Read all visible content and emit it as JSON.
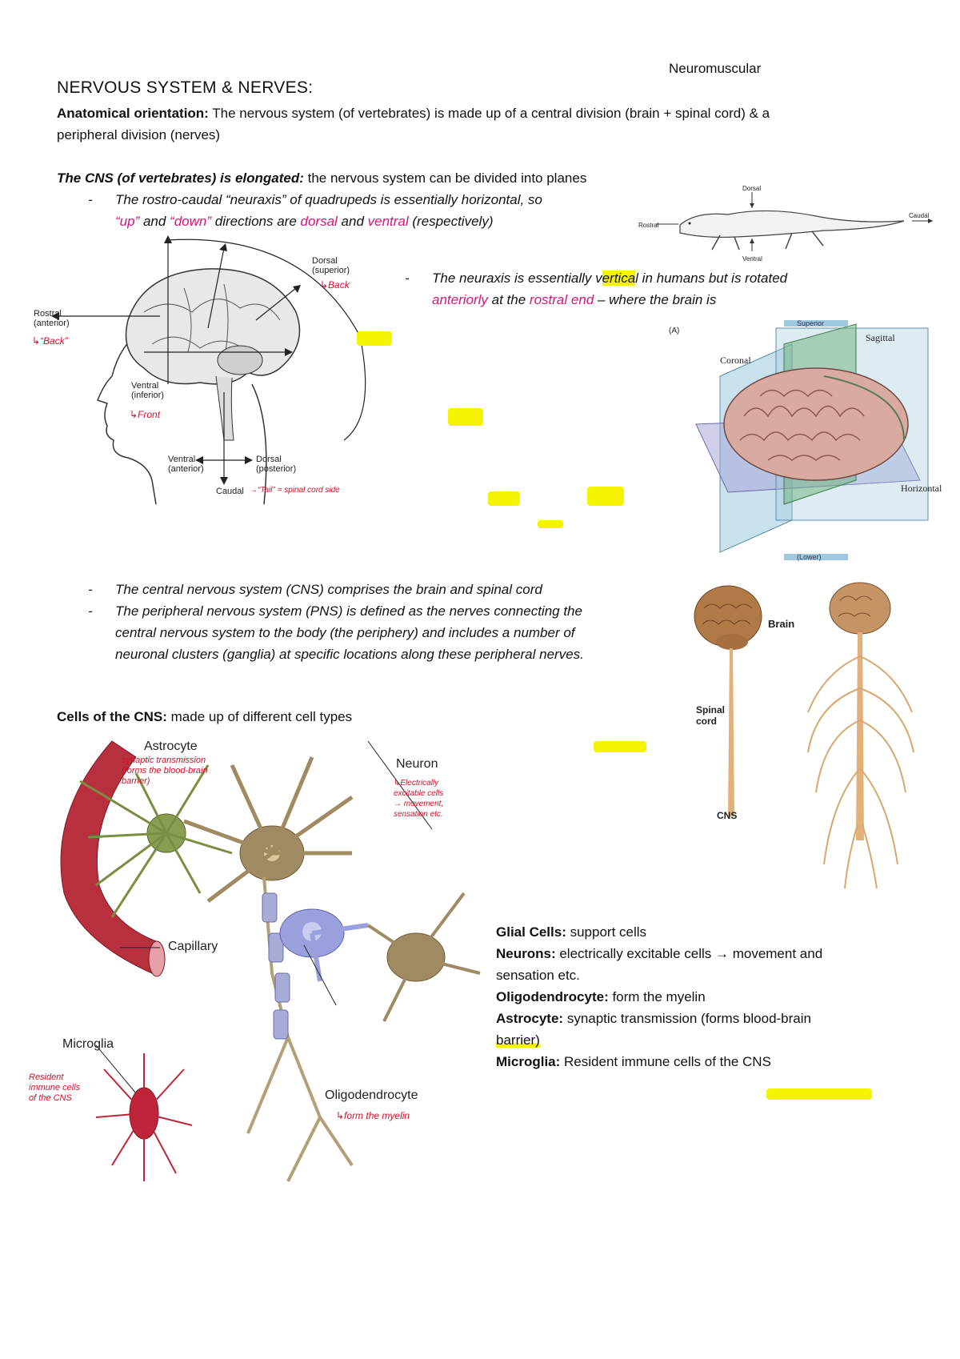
{
  "header": {
    "running_title": "Neuromuscular"
  },
  "section1": {
    "title": "NERVOUS SYSTEM & NERVES:",
    "intro_label": "Anatomical orientation:",
    "intro_text": " The nervous system (of vertebrates) is made up of a central division (brain + spinal cord) & a",
    "intro_text2": "peripheral division (nerves)",
    "cns_label": "The CNS (of vertebrates) is elongated:",
    "cns_text": " the nervous system can be divided into planes",
    "bullet1_line1": "The rostro-caudal “neuraxis” of quadrupeds is essentially horizontal, so",
    "bullet1_up": "“up”",
    "bullet1_and1": " and ",
    "bullet1_down": "“down”",
    "bullet1_mid": " directions are ",
    "bullet1_dorsal": "dorsal",
    "bullet1_and2": " and ",
    "bullet1_ventral": "ventral",
    "bullet1_end": " (respectively)",
    "bullet2_pre": "The neuraxis is essentially v",
    "bullet2_hl": "ertica",
    "bullet2_post": "l in humans but is rotated",
    "bullet2_anteriorly": "anteriorly",
    "bullet2_at": " at the ",
    "bullet2_rostral": "rostral end",
    "bullet2_end": " – where the brain is"
  },
  "salamander": {
    "dorsal": "Dorsal",
    "rostral": "Rostral",
    "caudal": "Caudal",
    "ventral": "Ventral"
  },
  "brain_diagram": {
    "dorsal_superior": "Dorsal\n(superior)",
    "back_note": "↳Back",
    "rostral_anterior": "Rostral\n(anterior)",
    "back_note2": "↳“Back”",
    "ventral_inferior": "Ventral\n(inferior)",
    "front_note": "↳Front",
    "ventral_anterior": "Ventral\n(anterior)",
    "dorsal_posterior": "Dorsal\n(posterior)",
    "caudal": "Caudal",
    "tail_note": "→“Tail” = spinal cord side"
  },
  "planes_diagram": {
    "panel": "(A)",
    "superior": "Superior",
    "sagittal": "Sagittal",
    "coronal": "Coronal",
    "horizontal": "Horizontal",
    "inferior": "(Lower)"
  },
  "section2": {
    "bullet1": "The central nervous system (CNS) comprises the brain and spinal cord",
    "bullet2_line1": "The peripheral nervous system (PNS) is defined as the nerves connecting the",
    "bullet2_line2": "central nervous system to the body (the periphery) and includes a number of",
    "bullet2_line3": "neuronal clusters (ganglia) at specific locations along these peripheral nerves."
  },
  "cns_figure": {
    "brain": "Brain",
    "spinal_cord": "Spinal\ncord",
    "cns": "CNS"
  },
  "section3": {
    "label": "Cells of the CNS:",
    "text": " made up of different cell types"
  },
  "cells_figure": {
    "astrocyte": "Astrocyte",
    "astrocyte_note": "synaptic transmission\n(forms the blood-brain\nbarrier)",
    "neuron": "Neuron",
    "neuron_note": "↳Electrically\nexcitable cells\n→ movement,\nsensation etc.",
    "capillary": "Capillary",
    "microglia": "Microglia",
    "microglia_note": "Resident\nimmune cells\nof the CNS",
    "oligodendrocyte": "Oligodendrocyte",
    "oligo_note": "↳form the myelin"
  },
  "glossary": {
    "glial_label": "Glial Cells:",
    "glial_text": " support cells",
    "neurons_label": "Neurons:",
    "neurons_text": " electrically excitable cells → movement and",
    "neurons_text2": "sensation etc.",
    "oligo_label": "Oligodendrocyte:",
    "oligo_text": " form the myelin",
    "astro_label": "Astrocyte:",
    "astro_text": " synaptic transmission (forms blood-brain",
    "astro_text2": "barrier)",
    "micro_label": "Microglia:",
    "micro_text": " Resident immune cells of the CNS"
  },
  "colors": {
    "accent_pink": "#d6157a",
    "highlight_yellow": "#f5f400",
    "annotation_red": "#d0102a"
  }
}
